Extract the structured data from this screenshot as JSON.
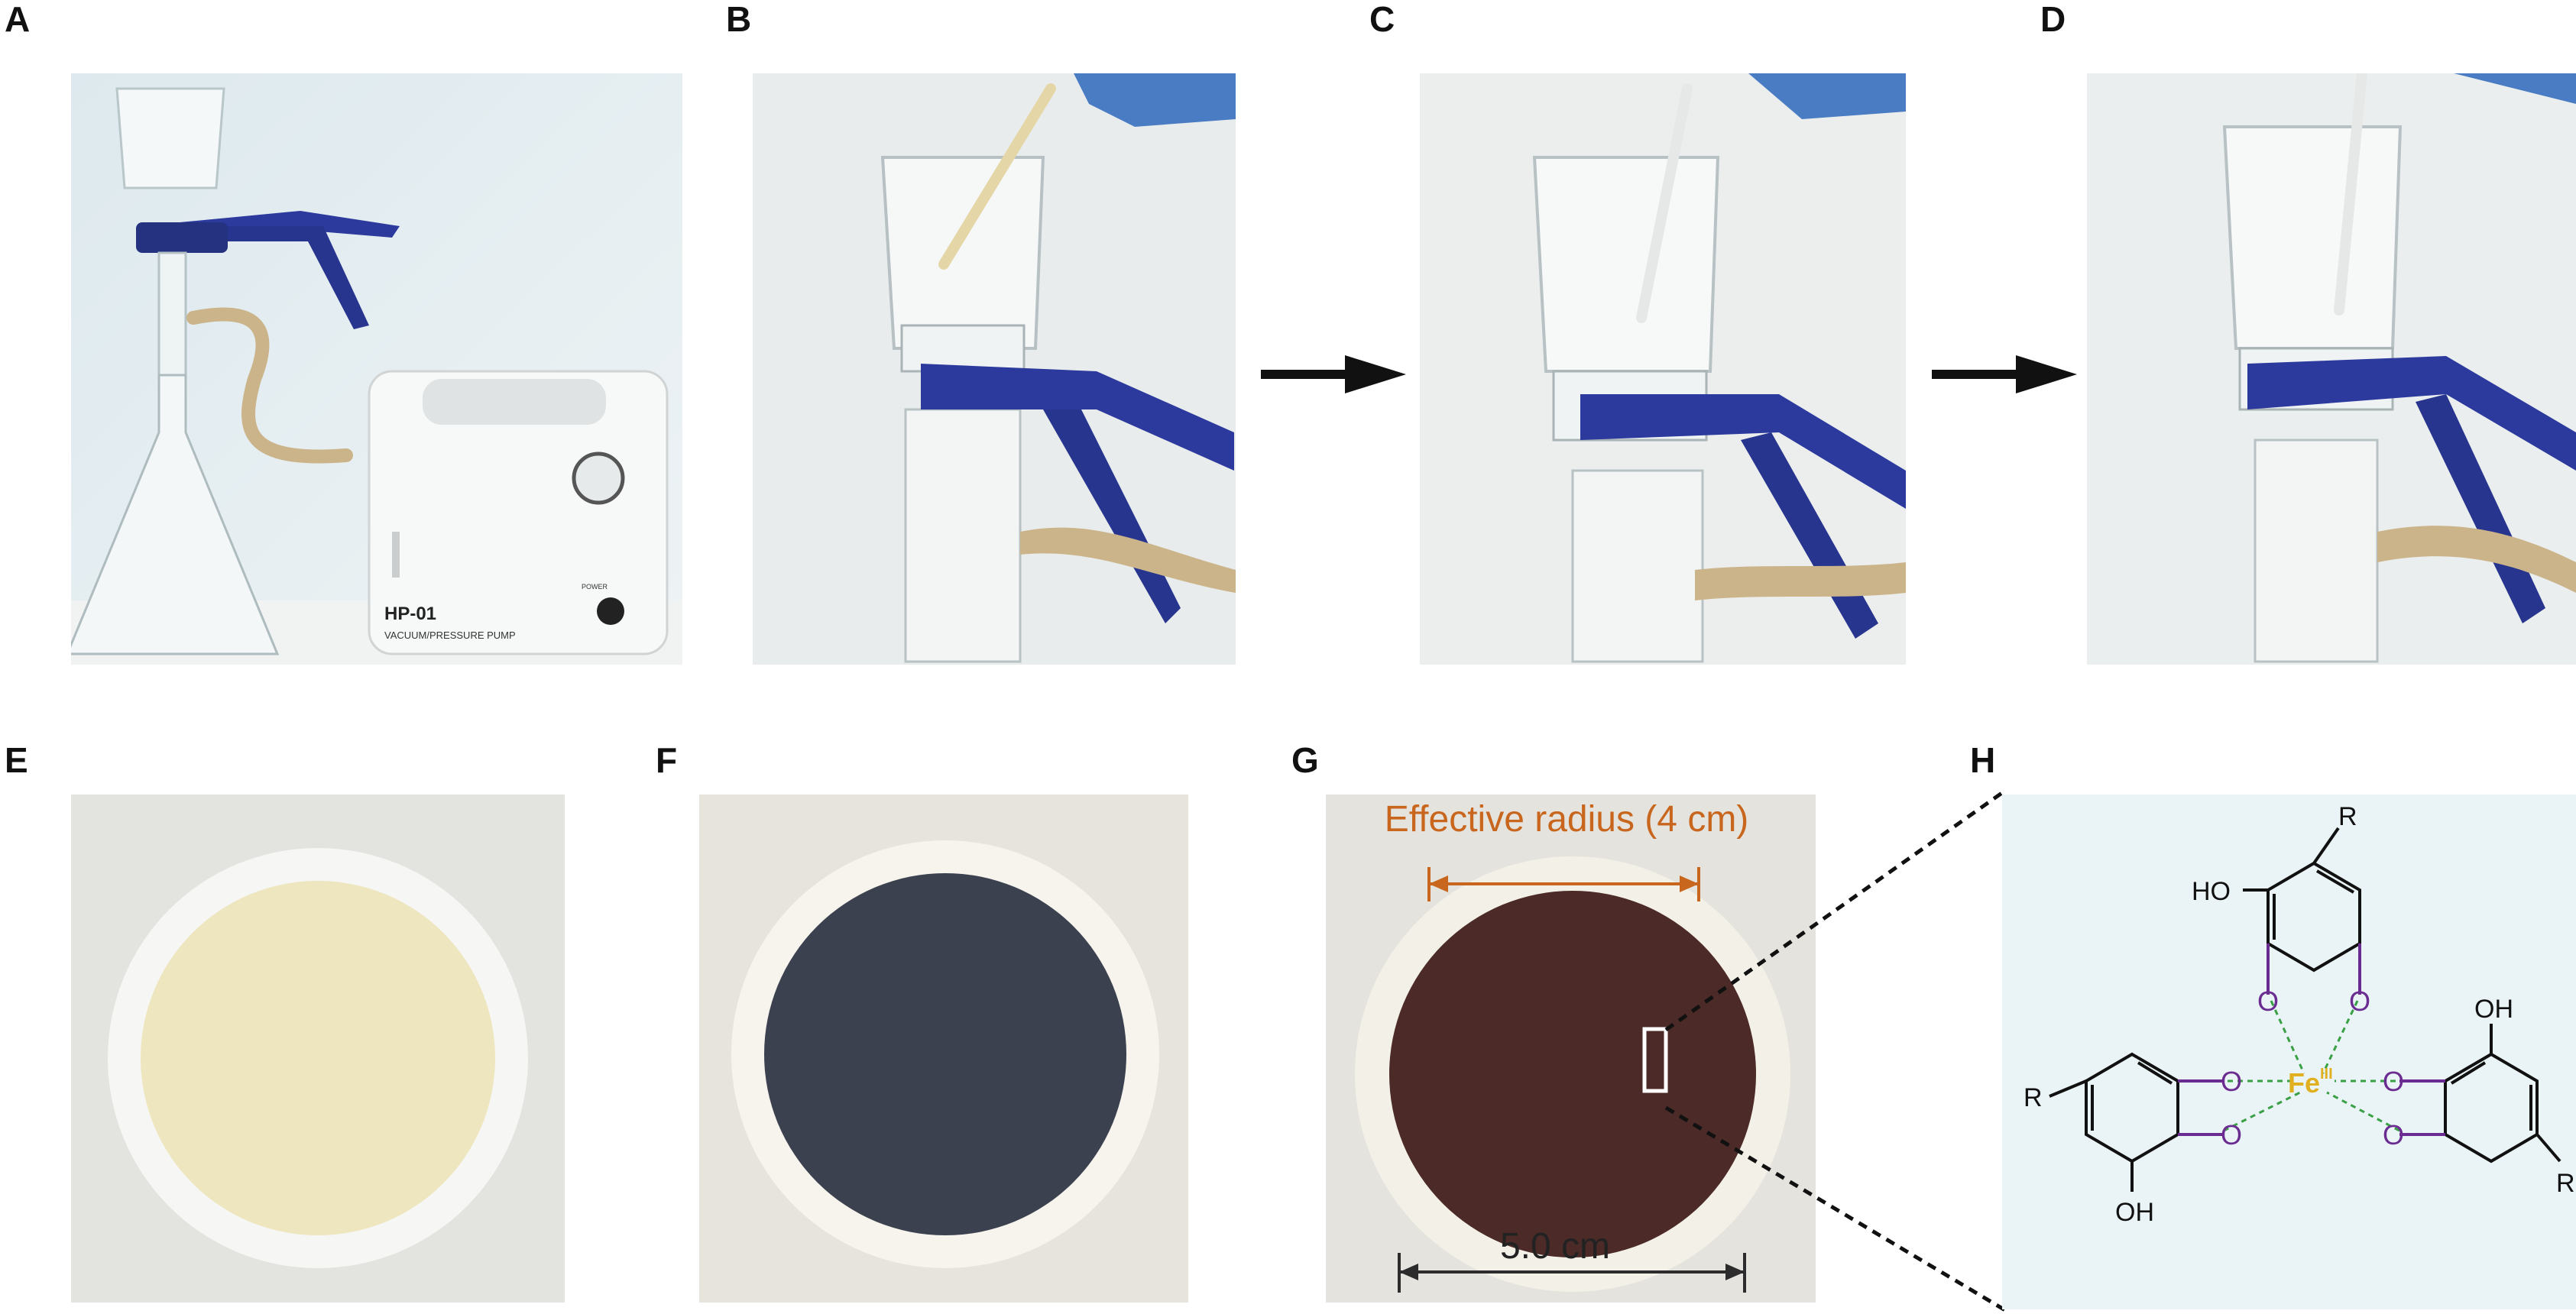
{
  "panels": {
    "a": {
      "letter": "A",
      "pump_model": "HP-01",
      "pump_subtitle": "VACUUM/PRESSURE PUMP",
      "power_label": "POWER"
    },
    "b": {
      "letter": "B"
    },
    "c": {
      "letter": "C"
    },
    "d": {
      "letter": "D"
    },
    "e": {
      "letter": "E"
    },
    "f": {
      "letter": "F"
    },
    "g": {
      "letter": "G",
      "effective_radius_label": "Effective radius (4 cm)",
      "diameter_label": "5.0 cm"
    },
    "h": {
      "letter": "H",
      "metal_center": "Fe",
      "oxidation_state": "III",
      "oxygen_label": "O",
      "r_group": "R",
      "hydroxyl": "OH",
      "hydroxyl_left": "HO"
    }
  },
  "colors": {
    "accent_orange": "#c8661e",
    "ligand_oxygen": "#6a2c91",
    "coordination_bond": "#3aa046",
    "iron": "#e0b020",
    "chem_bg": "#eaf3f5",
    "clamp_blue": "#2c3a9e"
  }
}
